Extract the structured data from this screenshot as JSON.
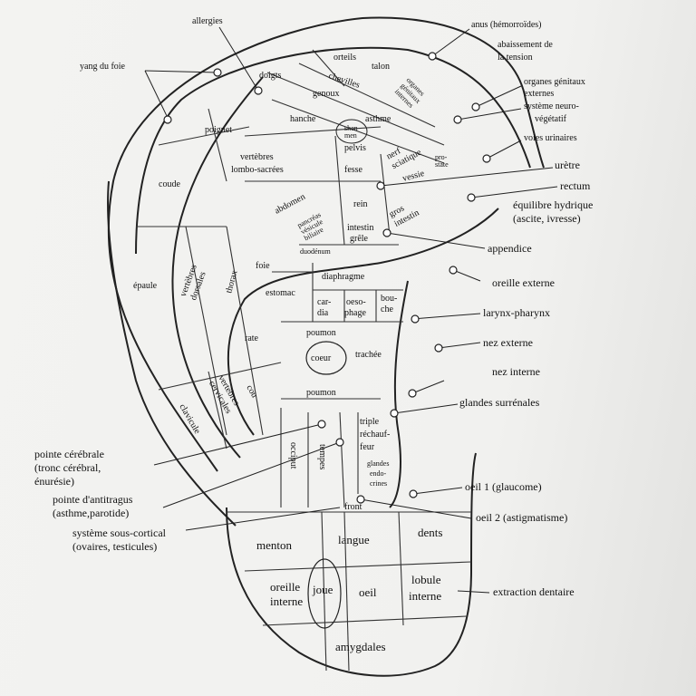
{
  "zones": {
    "allergies": "allergies",
    "orteils": "orteils",
    "talon": "talon",
    "chevilles": "chevilles",
    "doigts": "doigts",
    "genoux": "genoux",
    "organes_genitaux_internes": [
      "organes",
      "génitaux",
      "internes"
    ],
    "poignet": "poignet",
    "hanche": "hanche",
    "asthme": "asthme",
    "shen_men": [
      "shen",
      "men"
    ],
    "pelvis": "pelvis",
    "nerf_sciatique": [
      "nerf",
      "sciatique"
    ],
    "prostate": [
      "pro-",
      "state"
    ],
    "coude": "coude",
    "vertebres_lombo_sacrees": [
      "vertèbres",
      "lombo-sacrées"
    ],
    "fesse": "fesse",
    "vessie": "vessie",
    "rein": "rein",
    "gros_intestin": [
      "gros",
      "intestin"
    ],
    "abdomen": "abdomen",
    "pancreas_vesicule_biliaire": [
      "pancréas",
      "vésicule",
      "biliaire"
    ],
    "intestin_grele": [
      "intestin",
      "grêle"
    ],
    "duodenum": "duodénum",
    "epaule": "épaule",
    "vertebres_dorsales": [
      "vertèbres",
      "dorsales"
    ],
    "thorax": "thorax",
    "foie": "foie",
    "estomac": "estomac",
    "diaphragme": "diaphragme",
    "cardia": [
      "car-",
      "dia"
    ],
    "oesophage": [
      "oeso-",
      "phage"
    ],
    "bouche": [
      "bou-",
      "che"
    ],
    "rate": "rate",
    "poumon_1": "poumon",
    "coeur": "coeur",
    "trachee": "trachée",
    "poumon_2": "poumon",
    "cou": "cou",
    "vertebres_cervicales": [
      "vertèbres",
      "cervicales"
    ],
    "clavicule": "clavicule",
    "triple_rechauffeur": [
      "triple",
      "réchauf-",
      "feur"
    ],
    "occiput": "occiput",
    "tempes": "tempes",
    "glandes_endocrines": [
      "glandes",
      "endo-",
      "crines"
    ],
    "front": "front",
    "menton": "menton",
    "langue": "langue",
    "dents": "dents",
    "oreille_interne": [
      "oreille",
      "interne"
    ],
    "joue": "joue",
    "oeil": "oeil",
    "lobule_interne": [
      "lobule",
      "interne"
    ],
    "amygdales": "amygdales"
  },
  "external_labels": {
    "yang_du_foie": "yang du foie",
    "anus": "anus (hémorroïdes)",
    "abaissement_tension": [
      "abaissement de",
      "la tension"
    ],
    "organes_genitaux_externes": [
      "organes génitaux",
      "externes"
    ],
    "systeme_neuro_vegetatif": [
      "système neuro-",
      "végétatif"
    ],
    "voies_urinaires": "voies urinaires",
    "uretre": "urètre",
    "rectum": "rectum",
    "equilibre_hydrique": [
      "équilibre hydrique",
      "(ascite, ivresse)"
    ],
    "appendice": "appendice",
    "oreille_externe": "oreille externe",
    "larynx_pharynx": "larynx-pharynx",
    "nez_externe": "nez externe",
    "nez_interne": "nez interne",
    "glandes_surrenales": "glandes surrénales",
    "pointe_cerebrale": [
      "pointe cérébrale",
      "(tronc cérébral,",
      "énurésie)"
    ],
    "pointe_antitragus": [
      "pointe d'antitragus",
      "(asthme,parotide)"
    ],
    "systeme_sous_cortical": [
      "système sous-cortical",
      "(ovaires, testicules)"
    ],
    "oeil_1": "oeil 1 (glaucome)",
    "oeil_2": "oeil 2 (astigmatisme)",
    "extraction_dentaire": "extraction dentaire"
  }
}
